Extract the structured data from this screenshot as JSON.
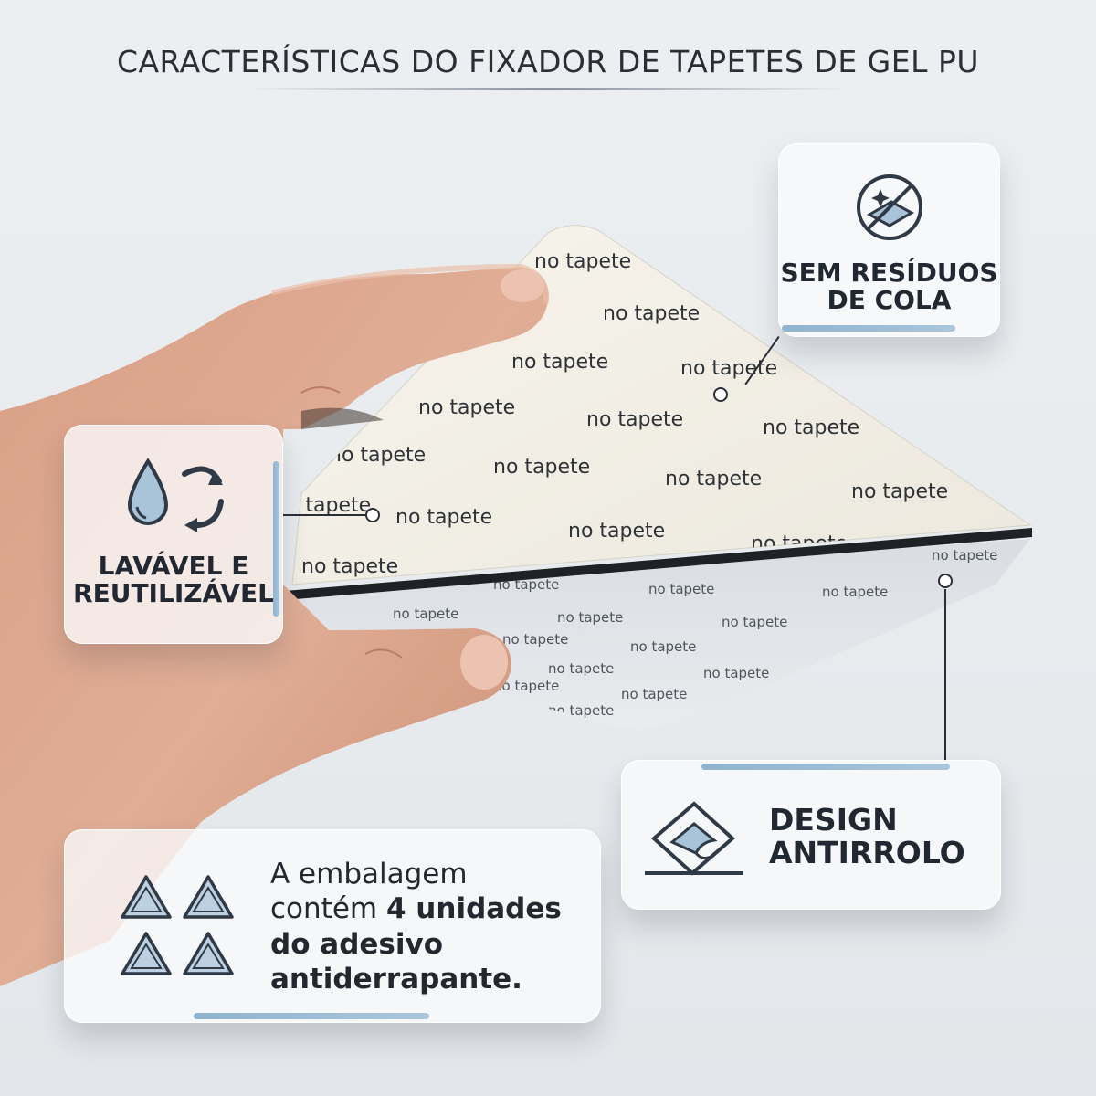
{
  "header": {
    "title": "CARACTERÍSTICAS DO FIXADOR DE TAPETES DE GEL PU"
  },
  "product": {
    "print_text": "no tapete"
  },
  "features": {
    "no_residue": {
      "line1": "SEM RESÍDUOS",
      "line2": "DE COLA",
      "icon": "no-residue-icon"
    },
    "washable": {
      "line1": "LAVÁVEL E",
      "line2": "REUTILIZÁVEL",
      "icon": "water-drop-recycle-icon"
    },
    "anti_roll": {
      "line1": "DESIGN",
      "line2": "ANTIRROLO",
      "icon": "anti-roll-corner-icon"
    },
    "package": {
      "part1": "A embalagem",
      "part2": "contém ",
      "part3": "4 unidades",
      "part4": "do adesivo",
      "part5": "antiderrapante.",
      "icon": "four-triangles-icon"
    }
  },
  "colors": {
    "accent_bar": "#9dbdd6",
    "text_dark": "#222831",
    "card_bg": "#f8f9fa"
  }
}
